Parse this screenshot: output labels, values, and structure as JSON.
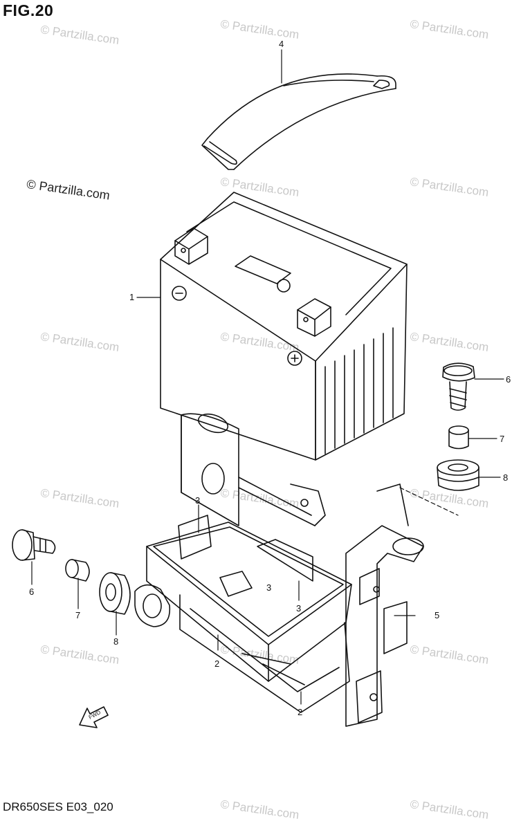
{
  "figure": {
    "title": "FIG.20",
    "footer": "DR650SES E03_020"
  },
  "watermark": {
    "text": "© Partzilla.com",
    "main_text": "© Partzilla.com",
    "color": "#c8c8c8"
  },
  "callouts": {
    "c1": "1",
    "c2a": "2",
    "c2b": "2",
    "c3a": "3",
    "c3b": "3",
    "c3c": "3",
    "c4": "4",
    "c5": "5",
    "c6a": "6",
    "c6b": "6",
    "c7a": "7",
    "c7b": "7",
    "c8a": "8",
    "c8b": "8"
  },
  "direction_arrow": {
    "label": "FWD",
    "icon": "fwd-arrow-icon"
  },
  "battery_terminals": {
    "plus": "+",
    "minus": "−"
  }
}
